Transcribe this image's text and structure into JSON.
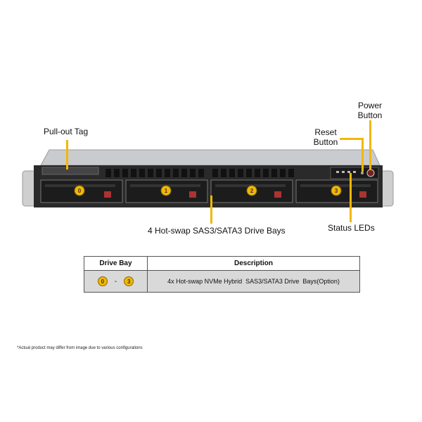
{
  "labels": {
    "pull_out_tag": "Pull-out  Tag",
    "power_button": "Power\nButton",
    "reset_button": "Reset\nButton",
    "drive_bays": "4 Hot-swap  SAS3/SATA3 Drive Bays",
    "status_leds": "Status LEDs"
  },
  "bay_numbers": [
    "0",
    "1",
    "2",
    "3"
  ],
  "table": {
    "headers": [
      "Drive Bay",
      "Description"
    ],
    "row": {
      "bay_from": "0",
      "separator": "-",
      "bay_to": "3",
      "description": "4x Hot-swap NVMe Hybrid  SAS3/SATA3 Drive  Bays(Option)"
    }
  },
  "footnote": "*Actual product may differ from image due to various configurations",
  "colors": {
    "callout": "#f2b705",
    "chassis": "#2a2a2a",
    "table_body": "#d9d9d9"
  }
}
